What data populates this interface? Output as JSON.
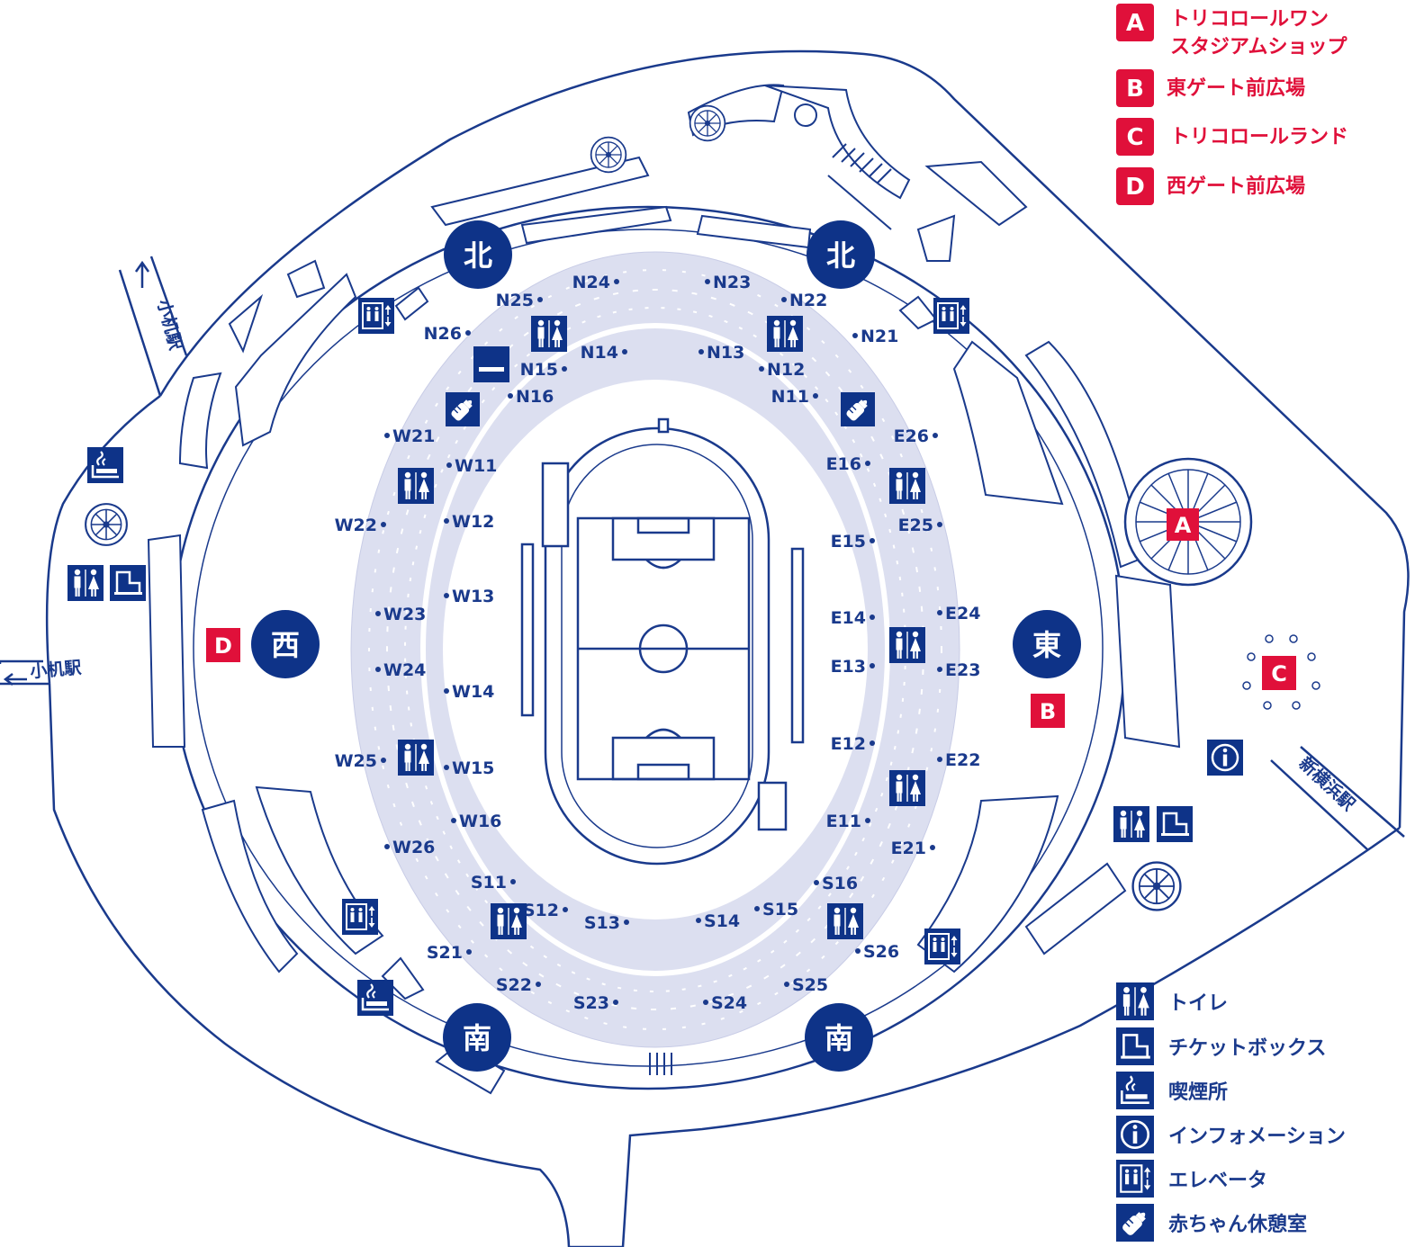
{
  "colors": {
    "navy": "#0e3388",
    "line": "#1a3a8c",
    "seat": "#dcdff0",
    "red": "#e0103a"
  },
  "gates": {
    "north_left": "北",
    "north_right": "北",
    "south_left": "南",
    "south_right": "南",
    "west": "西",
    "east": "東"
  },
  "stations": {
    "kozukue_top": "小机駅",
    "kozukue_left": "小机駅",
    "shin_yokohama": "新横浜駅"
  },
  "places": {
    "A": {
      "letter": "A",
      "name_line1": "トリコロールワン",
      "name_line2": "スタジアムショップ"
    },
    "B": {
      "letter": "B",
      "name": "東ゲート前広場"
    },
    "C": {
      "letter": "C",
      "name": "トリコロールランド"
    },
    "D": {
      "letter": "D",
      "name": "西ゲート前広場"
    }
  },
  "legend": {
    "toilet": "トイレ",
    "ticket": "チケットボックス",
    "smoking": "喫煙所",
    "info": "インフォメーション",
    "elevator": "エレベータ",
    "baby": "赤ちゃん休憩室"
  },
  "icons": [
    "toilet-icon",
    "ticket-box-icon",
    "smoking-icon",
    "information-icon",
    "elevator-icon",
    "baby-room-icon",
    "atm-icon"
  ],
  "gate_labels": {
    "N11": "N11",
    "N12": "N12",
    "N13": "N13",
    "N14": "N14",
    "N15": "N15",
    "N16": "N16",
    "N21": "N21",
    "N22": "N22",
    "N23": "N23",
    "N24": "N24",
    "N25": "N25",
    "N26": "N26",
    "E11": "E11",
    "E12": "E12",
    "E13": "E13",
    "E14": "E14",
    "E15": "E15",
    "E16": "E16",
    "E21": "E21",
    "E22": "E22",
    "E23": "E23",
    "E24": "E24",
    "E25": "E25",
    "E26": "E26",
    "S11": "S11",
    "S12": "S12",
    "S13": "S13",
    "S14": "S14",
    "S15": "S15",
    "S16": "S16",
    "S21": "S21",
    "S22": "S22",
    "S23": "S23",
    "S24": "S24",
    "S25": "S25",
    "S26": "S26",
    "W11": "W11",
    "W12": "W12",
    "W13": "W13",
    "W14": "W14",
    "W15": "W15",
    "W16": "W16",
    "W21": "W21",
    "W22": "W22",
    "W23": "W23",
    "W24": "W24",
    "W25": "W25",
    "W26": "W26"
  }
}
